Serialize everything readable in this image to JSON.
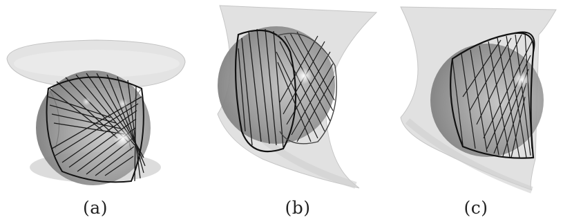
{
  "figure": {
    "panels": [
      {
        "id": "a",
        "caption": "(a)"
      },
      {
        "id": "b",
        "caption": "(b)"
      },
      {
        "id": "c",
        "caption": "(c)"
      }
    ]
  },
  "colors": {
    "surface": "#d6d6d6",
    "sphere": "#9a9a9a",
    "line": "#1a1a1a",
    "highlight": "#ffffff"
  }
}
